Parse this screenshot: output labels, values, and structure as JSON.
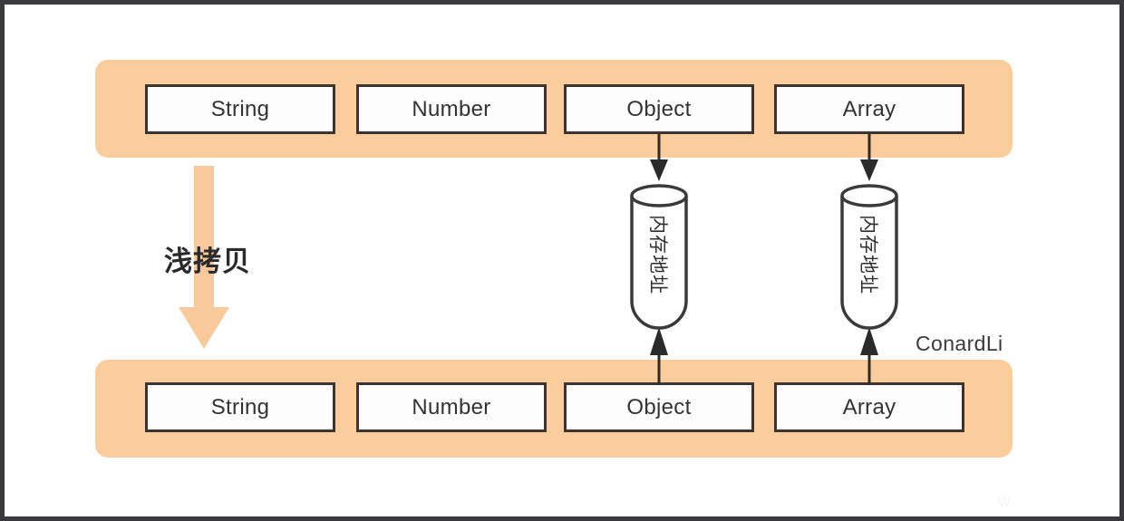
{
  "diagram": {
    "title": "浅拷贝",
    "copy_label": "浅拷贝",
    "watermark": "ConardLi",
    "watermark_faint": "w",
    "colors": {
      "band": "#fbcd9d",
      "box_border": "#3d3430",
      "box_fill": "#fdfdfd",
      "arrow": "#f8c99a",
      "connector": "#2b2b2b",
      "frame": "#3a3a3c"
    },
    "source_row": {
      "name": "source-object",
      "boxes": [
        {
          "label": "String",
          "has_reference": false
        },
        {
          "label": "Number",
          "has_reference": false
        },
        {
          "label": "Object",
          "has_reference": true
        },
        {
          "label": "Array",
          "has_reference": true
        }
      ]
    },
    "target_row": {
      "name": "copied-object",
      "boxes": [
        {
          "label": "String",
          "has_reference": false
        },
        {
          "label": "Number",
          "has_reference": false
        },
        {
          "label": "Object",
          "has_reference": true
        },
        {
          "label": "Array",
          "has_reference": true
        }
      ]
    },
    "memory_cells": [
      {
        "label": "内存地址",
        "for": "Object"
      },
      {
        "label": "内存地址",
        "for": "Array"
      }
    ]
  }
}
